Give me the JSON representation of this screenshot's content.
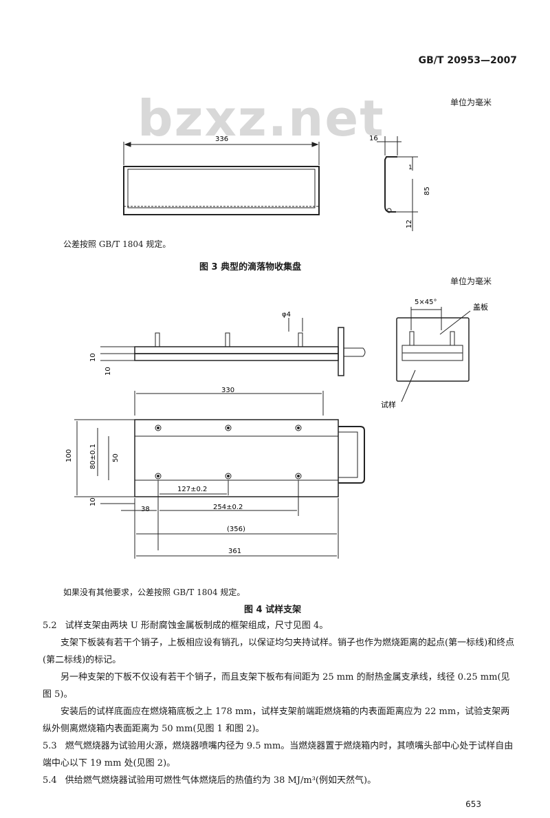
{
  "header": {
    "standard_code": "GB/T 20953—2007"
  },
  "watermark": "bzxz.net",
  "figure3": {
    "unit_label": "单位为毫米",
    "dims": {
      "width": "336",
      "top": "16",
      "height": "85",
      "small": "1",
      "bottom": "12"
    },
    "tolerance_note": "公差按照 GB/T 1804 规定。",
    "caption": "图 3   典型的滴落物收集盘"
  },
  "figure4": {
    "unit_label": "单位为毫米",
    "dims": {
      "pin_dia": "φ4",
      "t1": "10",
      "t2": "10",
      "len330": "330",
      "h100": "100",
      "h80": "80±0.1",
      "h50": "50",
      "h10": "10",
      "p127": "127±0.2",
      "p38": "38",
      "p254": "254±0.2",
      "p356": "(356)",
      "p361": "361",
      "chamfer": "5×45°"
    },
    "labels": {
      "cover_plate": "盖板",
      "specimen": "试样"
    },
    "tolerance_note": "如果没有其他要求，公差按照 GB/T 1804 规定。",
    "caption": "图 4   试样支架"
  },
  "body": {
    "s52_num": "5.2",
    "s52": "试样支架由两块 U 形耐腐蚀金属板制成的框架组成，尺寸见图 4。",
    "p1": "支架下板装有若干个销子，上板相应设有销孔，以保证均匀夹持试样。销子也作为燃烧距离的起点(第一标线)和终点(第二标线)的标记。",
    "p2": "另一种支架的下板不仅设有若干个销子，而且支架下板布有间距为 25 mm 的耐热金属支承线，线径 0.25 mm(见图 5)。",
    "p3": "安装后的试样底面应在燃烧箱底板之上 178 mm，试样支架前端距燃烧箱的内表面距离应为 22 mm，试验支架两纵外侧离燃烧箱内表面距离为 50 mm(见图 1 和图 2)。",
    "s53_num": "5.3",
    "s53": "燃气燃烧器为试验用火源，燃烧器喷嘴内径为 9.5 mm。当燃烧器置于燃烧箱内时，其喷嘴头部中心处于试样自由端中心以下 19 mm 处(见图 2)。",
    "s54_num": "5.4",
    "s54": "供给燃气燃烧器试验用可燃性气体燃烧后的热值约为 38 MJ/m³(例如天然气)。"
  },
  "footer": {
    "page_number": "653"
  }
}
